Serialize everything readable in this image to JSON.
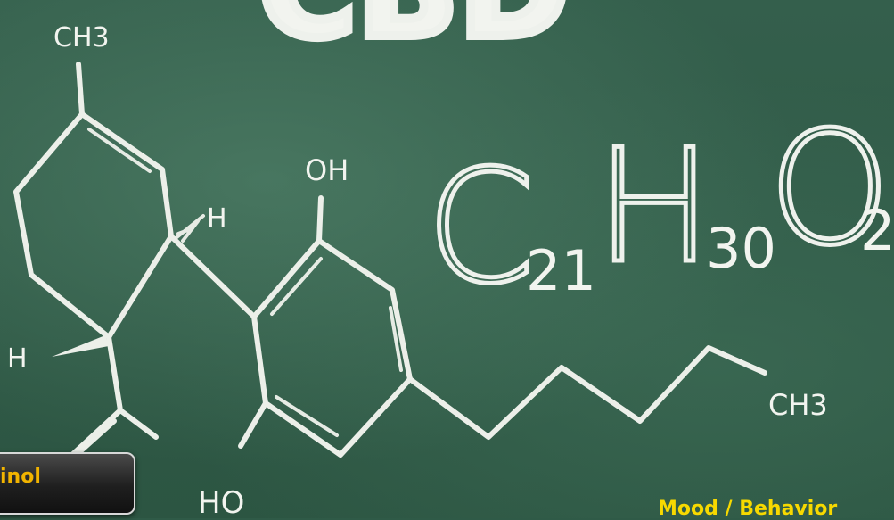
{
  "chalkboard": {
    "title_partial": "CBD",
    "formula": {
      "c": "C",
      "c_sub": "21",
      "h": "H",
      "h_sub": "30",
      "o": "O",
      "o_sub": "2"
    },
    "atom_labels": {
      "top_methyl": "CH3",
      "hydroxyl_top": "OH",
      "hydrogen_right": "H",
      "hydrogen_left": "H",
      "hydroxyl_bottom": "HO",
      "tail_methyl": "CH3"
    }
  },
  "overlay": {
    "label_partial": "inol",
    "caption": "Mood / Behavior"
  },
  "colors": {
    "board": "#2f5a47",
    "chalk": "#ecefe9",
    "label_text": "#f2b400",
    "caption_text": "#f7d900"
  }
}
